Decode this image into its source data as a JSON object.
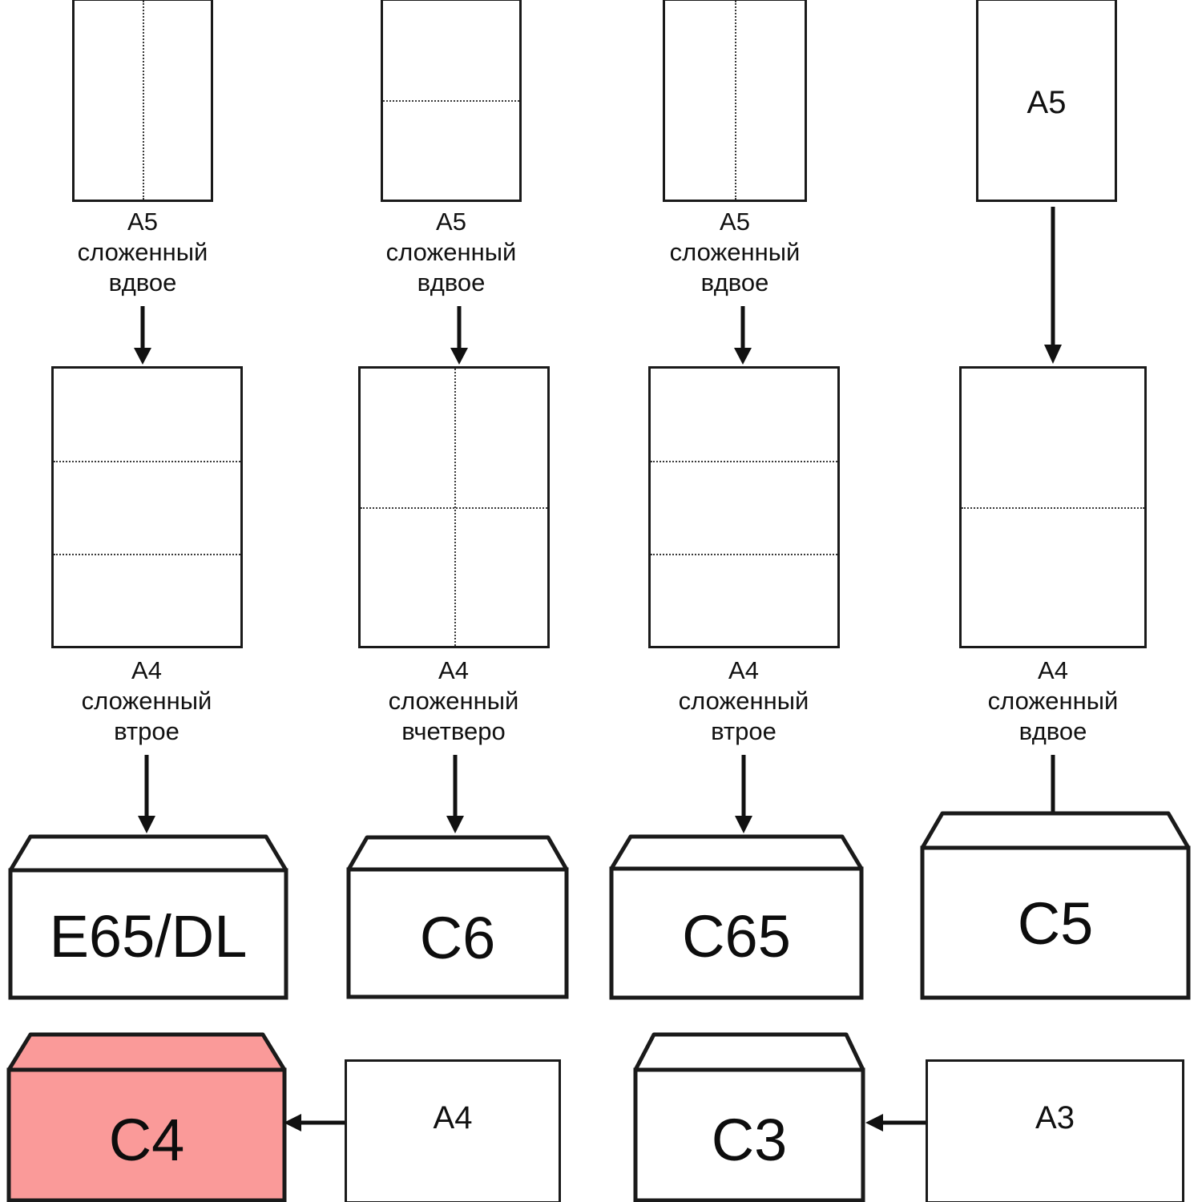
{
  "diagram": {
    "title": "Paper folding to envelope size chart",
    "language": "ru",
    "colors": {
      "stroke": "#1a1a1a",
      "fold": "#3a3a3a",
      "highlight_fill": "#FA9A99",
      "highlight_stroke": "#1a1a1a",
      "background": "#ffffff"
    }
  },
  "row1": {
    "items": [
      {
        "sheet_label": "",
        "caption": "A5\nсложенный\nвдвое",
        "folds": "vertical-center"
      },
      {
        "sheet_label": "",
        "caption": "A5\nсложенный\nвдвое",
        "folds": "horizontal-center"
      },
      {
        "sheet_label": "",
        "caption": "A5\nсложенный\nвдвое",
        "folds": "vertical-center"
      },
      {
        "sheet_label": "A5",
        "caption": "",
        "folds": "none"
      }
    ]
  },
  "row2": {
    "items": [
      {
        "sheet_label": "",
        "caption": "A4\nсложенный\nвтрое",
        "folds": "horizontal-thirds"
      },
      {
        "sheet_label": "",
        "caption": "A4\nсложенный\nвчетверо",
        "folds": "cross"
      },
      {
        "sheet_label": "",
        "caption": "A4\nсложенный\nвтрое",
        "folds": "horizontal-thirds"
      },
      {
        "sheet_label": "",
        "caption": "A4\nсложенный\nвдвое",
        "folds": "horizontal-center"
      }
    ]
  },
  "row3": {
    "items": [
      {
        "label": "E65/DL",
        "highlighted": false
      },
      {
        "label": "C6",
        "highlighted": false
      },
      {
        "label": "C65",
        "highlighted": false
      },
      {
        "label": "C5",
        "highlighted": false
      }
    ]
  },
  "row4": {
    "items": [
      {
        "envelope_label": "C4",
        "sheet_label": "A4",
        "highlighted": true
      },
      {
        "envelope_label": "C3",
        "sheet_label": "A3",
        "highlighted": false
      }
    ]
  },
  "icons": {
    "arrow_down": "arrow-down-icon",
    "arrow_left": "arrow-left-icon"
  }
}
